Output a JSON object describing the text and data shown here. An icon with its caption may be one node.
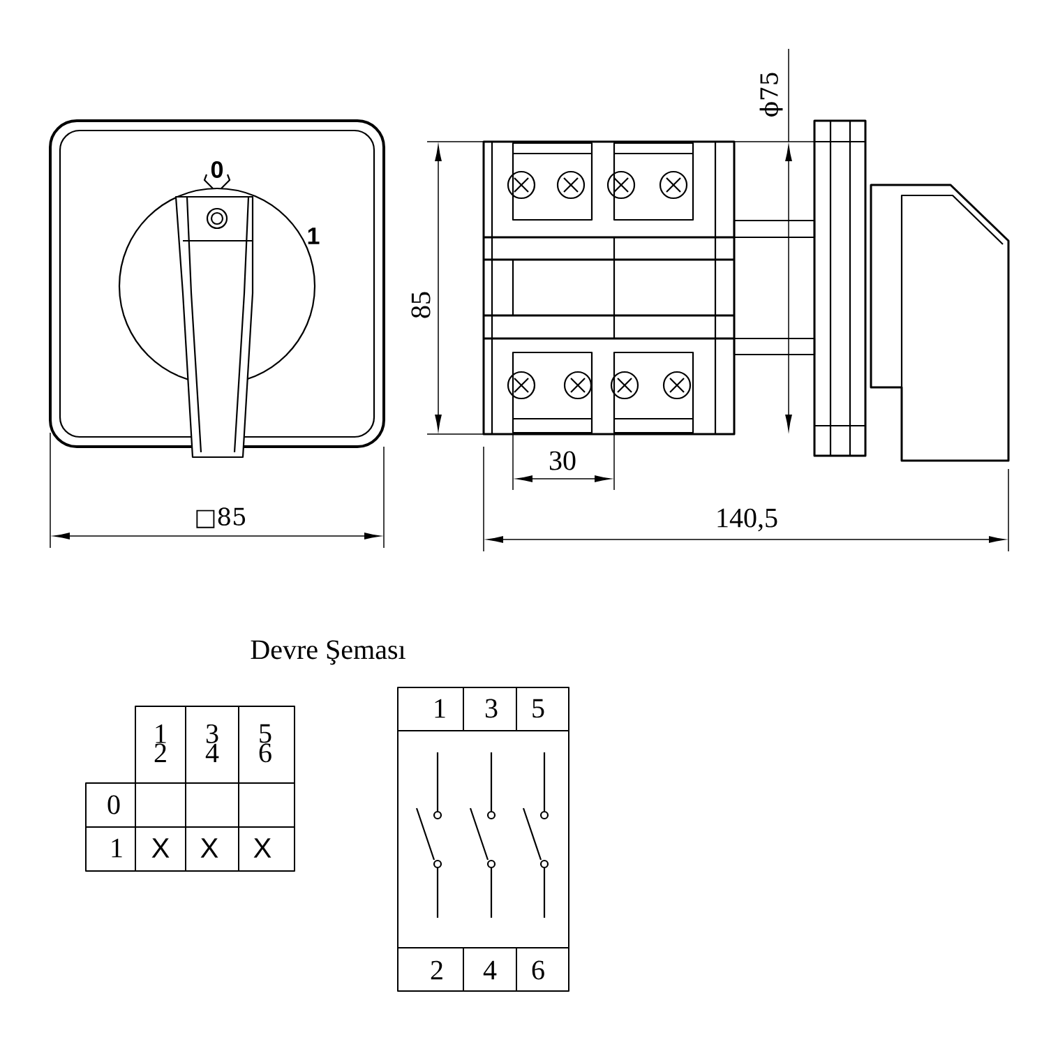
{
  "diagram": {
    "labels": [
      "0",
      "1",
      "ϕ75",
      "85",
      "30",
      "□85",
      "140,5",
      "Devre Şeması",
      "1 2",
      "3 4",
      "5 6",
      "0",
      "1",
      "X",
      "X",
      "X",
      "1",
      "3",
      "5",
      "2",
      "4",
      "6"
    ]
  }
}
